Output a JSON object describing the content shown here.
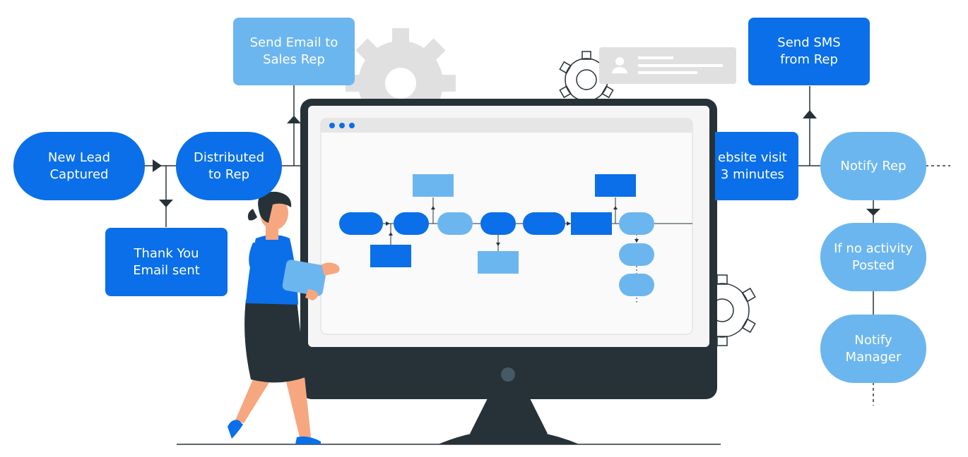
{
  "diagram": {
    "nodes": {
      "new_lead": "New Lead\nCaptured",
      "thank_you": "Thank You\nEmail sent",
      "distributed": "Distributed\nto Rep",
      "send_email": "Send Email to\nSales Rep",
      "website_visit": "ebsite visit\n3 minutes",
      "send_sms": "Send SMS\nfrom Rep",
      "notify_rep": "Notify Rep",
      "no_activity": "If no activity\nPosted",
      "notify_manager": "Notify\nManager"
    },
    "colors": {
      "primary": "#0a6fe8",
      "secondary": "#6cb6ef",
      "monitor": "#263238",
      "gear": "#e0e0e0",
      "connector": "#263238"
    }
  }
}
